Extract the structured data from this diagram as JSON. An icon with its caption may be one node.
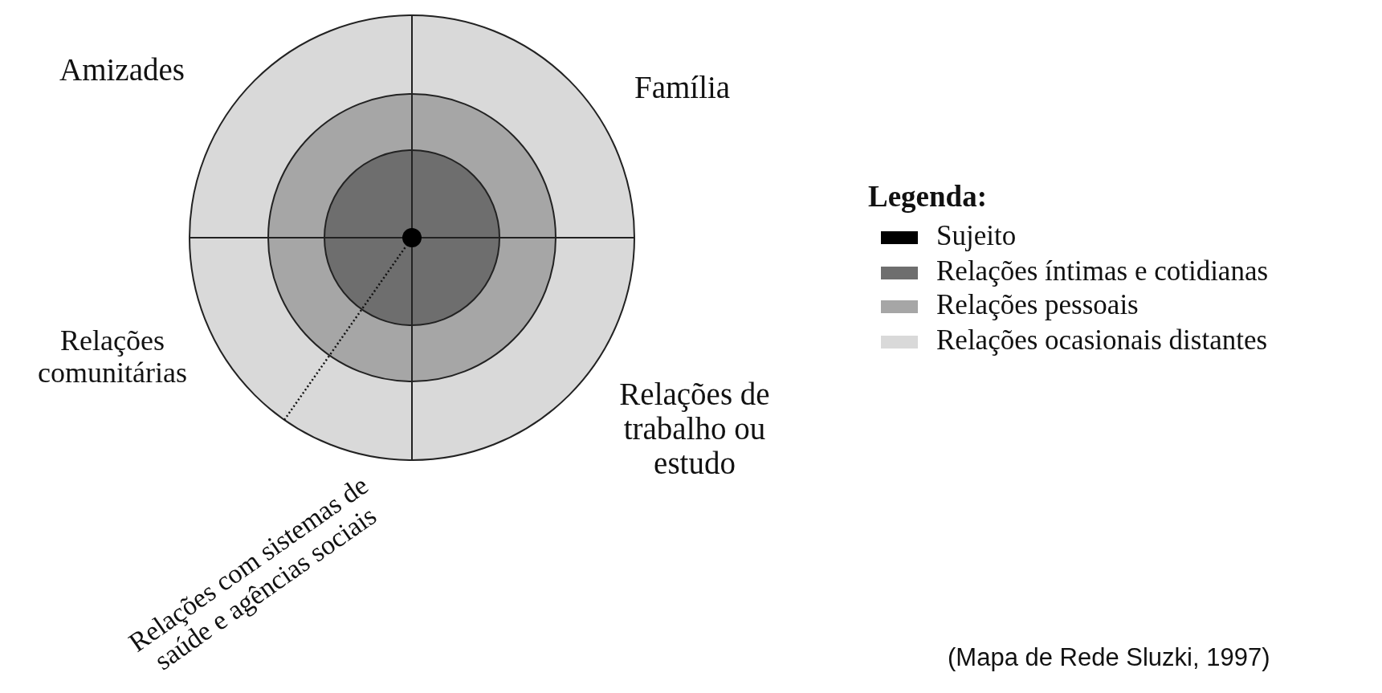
{
  "diagram": {
    "caption": "(Mapa de Rede Sluzki, 1997)",
    "labels": [
      "Amizades",
      "Família",
      "Relações comunitárias",
      "Relações de trabalho ou estudo",
      "Relações com sistemas de saúde e agências sociais",
      "Legenda:"
    ],
    "legend": [
      {
        "text": "Sujeito",
        "color": "#000000"
      },
      {
        "text": "Relações íntimas e cotidianas",
        "color": "#6e6e6e"
      },
      {
        "text": "Relações pessoais",
        "color": "#a6a6a6"
      },
      {
        "text": "Relações ocasionais distantes",
        "color": "#d9d9d9"
      }
    ]
  }
}
